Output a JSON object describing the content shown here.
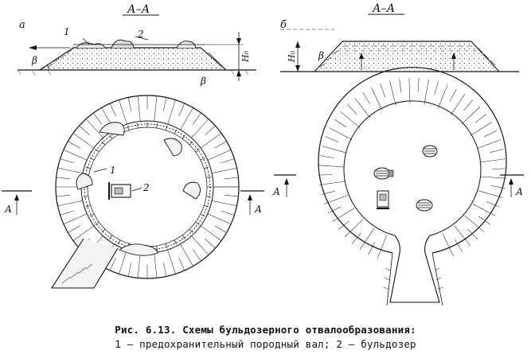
{
  "diagram": {
    "panel_a": {
      "letter": "а",
      "section_label": "А–А",
      "labels": {
        "one": "1",
        "two": "2",
        "beta1": "β",
        "beta2": "β",
        "h": "H₀"
      },
      "cut_marks": {
        "left": "А",
        "right": "А"
      },
      "plan_labels": {
        "one": "1",
        "two": "2"
      }
    },
    "panel_b": {
      "letter": "б",
      "section_label": "А–А",
      "labels": {
        "beta": "β",
        "h": "H₀"
      },
      "cut_marks": {
        "left": "А",
        "right": "А"
      }
    }
  },
  "caption": {
    "line1": "Рис. 6.13. Схемы бульдозерного отвалообразования:",
    "line2": "1 — предохранительный породный вал; 2 — бульдозер"
  }
}
